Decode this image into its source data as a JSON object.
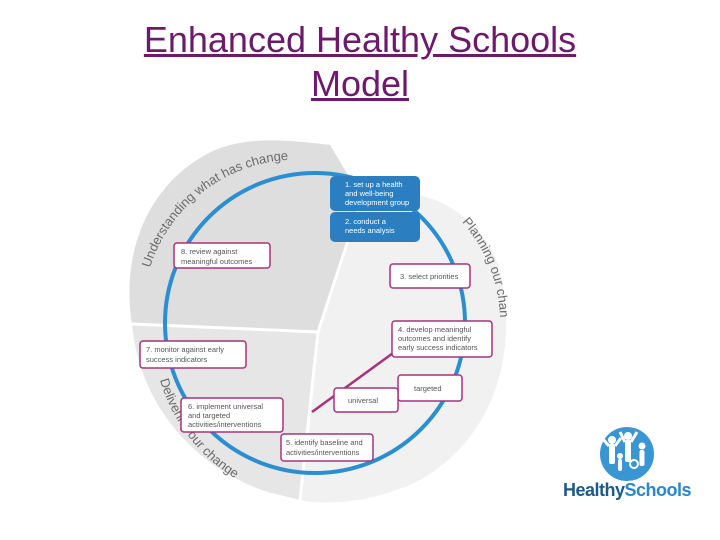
{
  "title": {
    "line1": "Enhanced Healthy Schools",
    "line2": "Model"
  },
  "arcs": {
    "understanding": "Understanding what has changed",
    "planning": "Planning our change",
    "delivering": "Delivering our change"
  },
  "steps": {
    "s1": [
      "1. set up a health",
      "and well-being",
      "development group"
    ],
    "s2": [
      "2. conduct a",
      "needs analysis"
    ],
    "s3": [
      "3. select priorities"
    ],
    "s4": [
      "4. develop meaningful",
      "outcomes and identify",
      "early success indicators"
    ],
    "targeted": [
      "targeted"
    ],
    "universal": [
      "universal"
    ],
    "s5": [
      "5. identify baseline and",
      "activities/interventions"
    ],
    "s6": [
      "6. implement universal",
      "and targeted",
      "activities/interventions"
    ],
    "s7": [
      "7. monitor against early",
      "success indicators"
    ],
    "s8": [
      "8. review against",
      "meaningful outcomes"
    ]
  },
  "logo": {
    "word1": "Healthy",
    "word2": "Schools",
    "icon": "healthy-schools-people-icon"
  },
  "colors": {
    "title": "#6d1a6b",
    "ring": "#2b8ed1",
    "blue_box": "#2b7fc1",
    "purple_border": "#a8337a",
    "sector_grey": "#dcdcdc"
  }
}
